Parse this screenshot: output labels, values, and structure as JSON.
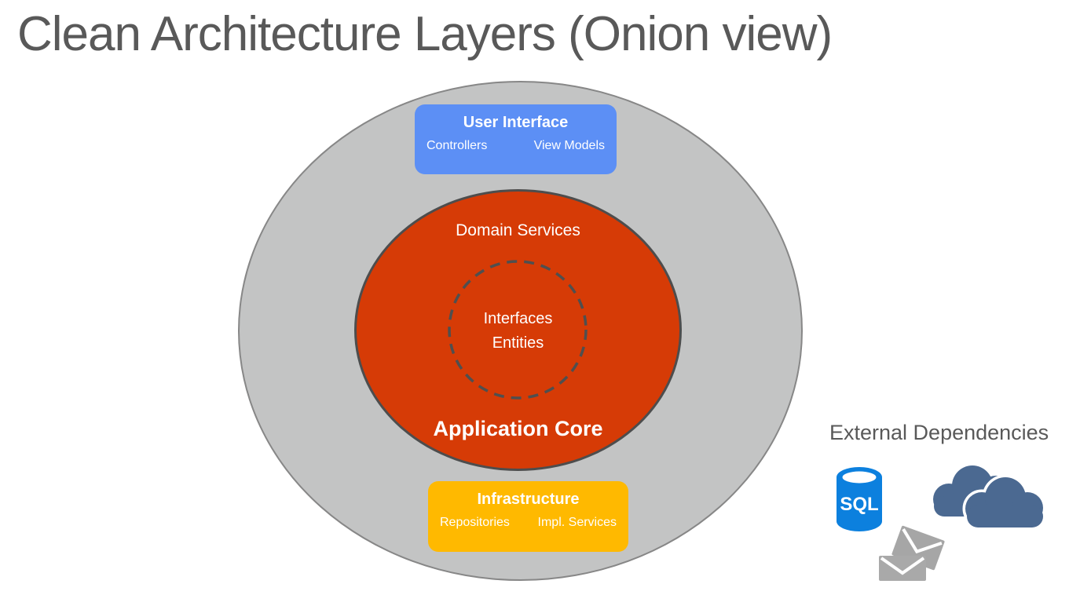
{
  "slide": {
    "title": "Clean Architecture Layers (Onion view)"
  },
  "onion": {
    "ui_box": {
      "title": "User Interface",
      "left_item": "Controllers",
      "right_item": "View Models"
    },
    "core": {
      "top_label": "Domain Services",
      "inner_circle": {
        "line1": "Interfaces",
        "line2": "Entities"
      },
      "bottom_label": "Application Core"
    },
    "infra_box": {
      "title": "Infrastructure",
      "left_item": "Repositories",
      "right_item": "Impl. Services"
    }
  },
  "external": {
    "title": "External Dependencies",
    "sql_label": "SQL",
    "icons": [
      "sql-database-icon",
      "cloud-icon",
      "envelopes-icon"
    ]
  },
  "colors": {
    "title-gray": "#595959",
    "outer-fill": "#C3C4C4",
    "outer-stroke": "#878787",
    "ui-blue": "#5C8FF5",
    "core-red": "#D63B06",
    "core-stroke": "#4D4D4D",
    "infra-yellow": "#FFB900",
    "sql-blue": "#0C80DE",
    "cloud-blue": "#4B6991",
    "envelope-gray": "#A6A6A6"
  }
}
